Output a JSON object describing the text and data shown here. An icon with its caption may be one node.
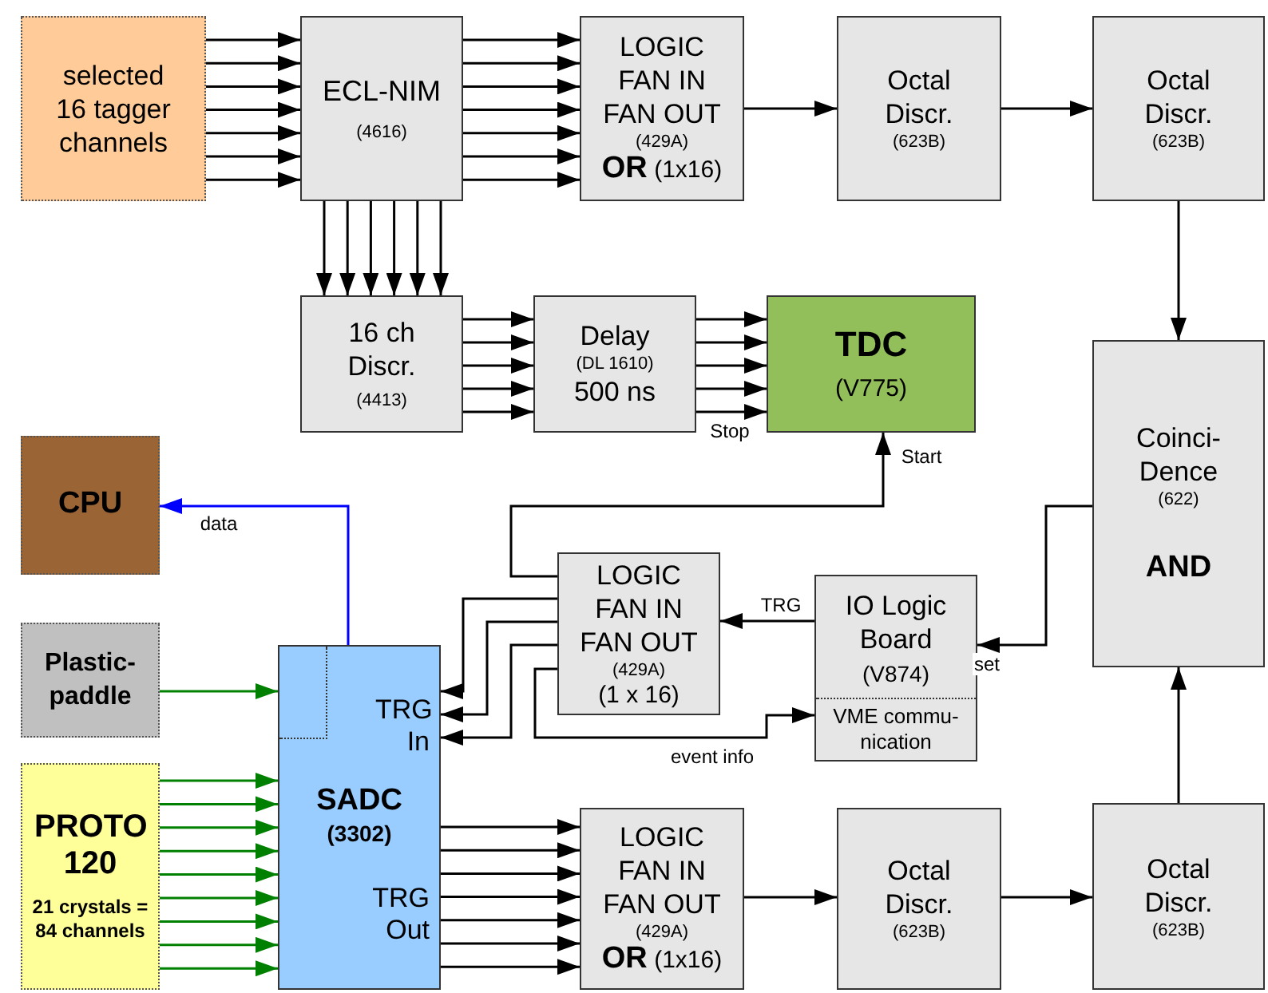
{
  "diagram": {
    "nodes": [
      {
        "text": [
          "selected 16 tagger channels"
        ]
      },
      {
        "text": [
          "ECL-NIM",
          "(4616)"
        ]
      },
      {
        "text": [
          "LOGIC FAN IN FAN OUT",
          "(429A)",
          "**OR** (1x16)"
        ]
      },
      {
        "text": [
          "Octal Discr.",
          "(623B)"
        ]
      },
      {
        "text": [
          "Octal Discr.",
          "(623B)"
        ]
      },
      {
        "text": [
          "16 ch Discr.",
          "(4413)"
        ]
      },
      {
        "text": [
          "Delay",
          "(DL 1610)",
          "500 ns"
        ]
      },
      {
        "text": [
          "TDC",
          "(V775)"
        ]
      },
      {
        "text": [
          "Coinci-Dence",
          "(622)",
          "AND"
        ]
      },
      {
        "text": [
          "CPU"
        ]
      },
      {
        "text": [
          "Plastic-paddle"
        ]
      },
      {
        "text": [
          "PROTO 120",
          "21 crystals = 84 channels"
        ]
      },
      {
        "text": [
          "TRG In",
          "SADC",
          "(3302)",
          "TRG Out"
        ]
      },
      {
        "text": [
          "LOGIC FAN IN FAN OUT",
          "(429A)",
          "(1 x 16)"
        ]
      },
      {
        "text": [
          "IO Logic Board",
          "(V874)",
          "VME commu-nication"
        ]
      },
      {
        "text": [
          "LOGIC FAN IN FAN OUT",
          "(429A)",
          "**OR** (1x16)"
        ]
      },
      {
        "text": [
          "Octal Discr.",
          "(623B)"
        ]
      },
      {
        "text": [
          "Octal Discr.",
          "(623B)"
        ]
      }
    ],
    "edges": [
      {
        "from": 0,
        "to": 1,
        "arrow": "to"
      },
      {
        "from": 0,
        "to": 1,
        "arrow": "to"
      },
      {
        "from": 0,
        "to": 1,
        "arrow": "to"
      },
      {
        "from": 0,
        "to": 1,
        "arrow": "to"
      },
      {
        "from": 0,
        "to": 1,
        "arrow": "to"
      },
      {
        "from": 0,
        "to": 1,
        "arrow": "to"
      },
      {
        "from": 0,
        "to": 1,
        "arrow": "to"
      },
      {
        "from": 1,
        "to": 2,
        "arrow": "to"
      },
      {
        "from": 1,
        "to": 2,
        "arrow": "to"
      },
      {
        "from": 1,
        "to": 2,
        "arrow": "to"
      },
      {
        "from": 1,
        "to": 2,
        "arrow": "to"
      },
      {
        "from": 1,
        "to": 2,
        "arrow": "to"
      },
      {
        "from": 1,
        "to": 2,
        "arrow": "to"
      },
      {
        "from": 1,
        "to": 2,
        "arrow": "to"
      },
      {
        "from": 2,
        "to": 3,
        "arrow": "to"
      },
      {
        "from": 3,
        "to": 4,
        "arrow": "to"
      },
      {
        "from": 1,
        "to": 5,
        "arrow": "to"
      },
      {
        "from": 1,
        "to": 5,
        "arrow": "to"
      },
      {
        "from": 1,
        "to": 5,
        "arrow": "to"
      },
      {
        "from": 1,
        "to": 5,
        "arrow": "to"
      },
      {
        "from": 1,
        "to": 5,
        "arrow": "to"
      },
      {
        "from": 1,
        "to": 5,
        "arrow": "to"
      },
      {
        "from": 5,
        "to": 6,
        "arrow": "to"
      },
      {
        "from": 5,
        "to": 6,
        "arrow": "to"
      },
      {
        "from": 5,
        "to": 6,
        "arrow": "to"
      },
      {
        "from": 5,
        "to": 6,
        "arrow": "to"
      },
      {
        "from": 5,
        "to": 6,
        "arrow": "to"
      },
      {
        "from": 6,
        "to": 7,
        "arrow": "to"
      },
      {
        "from": 6,
        "to": 7,
        "arrow": "to"
      },
      {
        "from": 6,
        "to": 7,
        "arrow": "to"
      },
      {
        "from": 6,
        "to": 7,
        "arrow": "to"
      },
      {
        "from": 6,
        "to": 7,
        "arrow": "to",
        "label": "Stop"
      },
      {
        "from": 4,
        "to": 8,
        "arrow": "to"
      },
      {
        "from": 13,
        "to": 7,
        "arrow": "to",
        "label": "Start"
      },
      {
        "from": 14,
        "to": 13,
        "arrow": "to",
        "label": "TRG"
      },
      {
        "from": 8,
        "to": 14,
        "arrow": "to",
        "label": "set"
      },
      {
        "from": 13,
        "to": 12,
        "arrow": "to"
      },
      {
        "from": 13,
        "to": 12,
        "arrow": "to"
      },
      {
        "from": 13,
        "to": 12,
        "arrow": "to"
      },
      {
        "from": 13,
        "to": 14,
        "arrow": "to",
        "label": "event info"
      },
      {
        "from": 12,
        "to": 9,
        "arrow": "to",
        "label": "data",
        "color": "#0000ff"
      },
      {
        "from": 10,
        "to": 12,
        "arrow": "to",
        "color": "#008000"
      },
      {
        "from": 11,
        "to": 12,
        "arrow": "to",
        "color": "#008000"
      },
      {
        "from": 11,
        "to": 12,
        "arrow": "to",
        "color": "#008000"
      },
      {
        "from": 11,
        "to": 12,
        "arrow": "to",
        "color": "#008000"
      },
      {
        "from": 11,
        "to": 12,
        "arrow": "to",
        "color": "#008000"
      },
      {
        "from": 11,
        "to": 12,
        "arrow": "to",
        "color": "#008000"
      },
      {
        "from": 11,
        "to": 12,
        "arrow": "to",
        "color": "#008000"
      },
      {
        "from": 11,
        "to": 12,
        "arrow": "to",
        "color": "#008000"
      },
      {
        "from": 11,
        "to": 12,
        "arrow": "to",
        "color": "#008000"
      },
      {
        "from": 11,
        "to": 12,
        "arrow": "to",
        "color": "#008000"
      },
      {
        "from": 12,
        "to": 15,
        "arrow": "to"
      },
      {
        "from": 12,
        "to": 15,
        "arrow": "to"
      },
      {
        "from": 12,
        "to": 15,
        "arrow": "to"
      },
      {
        "from": 12,
        "to": 15,
        "arrow": "to"
      },
      {
        "from": 12,
        "to": 15,
        "arrow": "to"
      },
      {
        "from": 12,
        "to": 15,
        "arrow": "to"
      },
      {
        "from": 12,
        "to": 15,
        "arrow": "to"
      },
      {
        "from": 15,
        "to": 16,
        "arrow": "to"
      },
      {
        "from": 16,
        "to": 17,
        "arrow": "to"
      },
      {
        "from": 17,
        "to": 8,
        "arrow": "to"
      }
    ]
  }
}
